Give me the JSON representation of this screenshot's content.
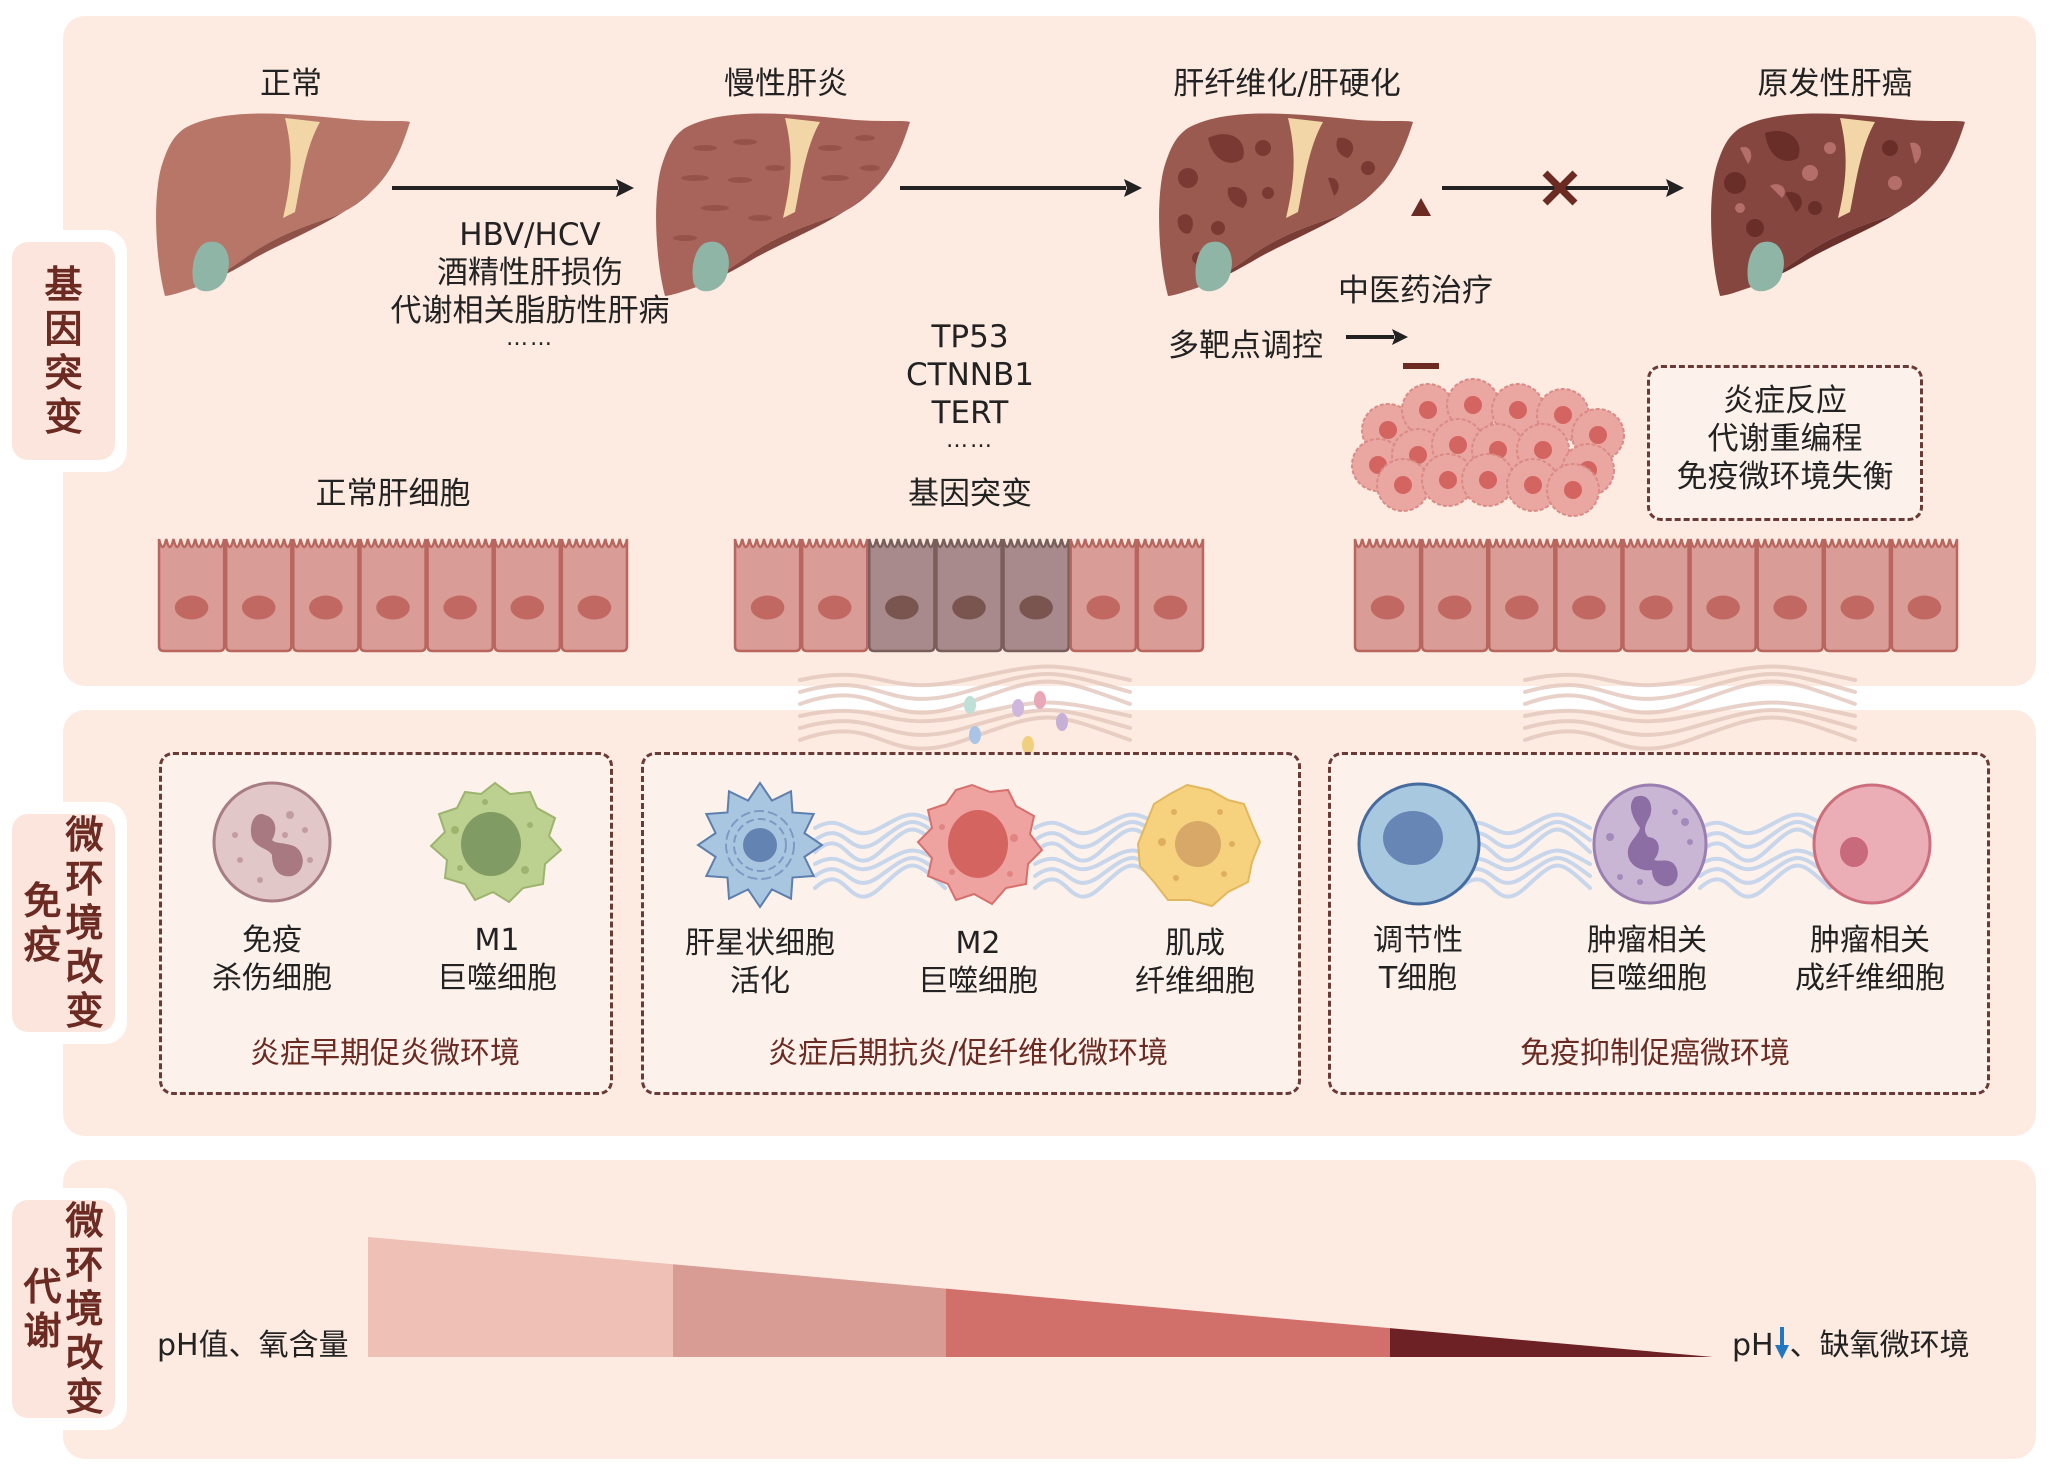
{
  "colors": {
    "panel_bg": "#fdebe2",
    "tab_text": "#6b2a22",
    "arrow": "#222222",
    "inhibit": "#6b2a22",
    "ph_arrow": "#1f78c1"
  },
  "tabs": {
    "genetic": {
      "line1": [
        "基",
        "因",
        "突",
        "变"
      ]
    },
    "immune": {
      "left": [
        "免",
        "疫"
      ],
      "right": [
        "微",
        "环",
        "境",
        "改",
        "变"
      ]
    },
    "metabolic": {
      "left": [
        "代",
        "谢"
      ],
      "right": [
        "微",
        "环",
        "境",
        "改",
        "变"
      ]
    }
  },
  "stages": [
    {
      "title": "正常",
      "liver": "normal-liver"
    },
    {
      "title": "慢性肝炎",
      "liver": "hepatitis-liver"
    },
    {
      "title": "肝纤维化/肝硬化",
      "liver": "fibrosis-liver"
    },
    {
      "title": "原发性肝癌",
      "liver": "cancer-liver"
    }
  ],
  "causes": {
    "lines": [
      "HBV/HCV",
      "酒精性肝损伤",
      "代谢相关脂肪性肝病"
    ],
    "ellipsis": "……"
  },
  "genes": {
    "lines": [
      "TP53",
      "CTNNB1",
      "TERT"
    ],
    "ellipsis": "……"
  },
  "treatment": {
    "tcm_label": "中医药治疗",
    "multi_target_label": "多靶点调控",
    "blocked_icon": "x-mark-icon"
  },
  "tumor_box": {
    "lines": [
      "炎症反应",
      "代谢重编程",
      "免疫微环境失衡"
    ]
  },
  "cell_strips": [
    {
      "label": "正常肝细胞",
      "cells": [
        "normal",
        "normal",
        "normal",
        "normal",
        "normal",
        "normal",
        "normal"
      ]
    },
    {
      "label": "基因突变",
      "cells": [
        "normal",
        "normal",
        "mutant",
        "mutant",
        "mutant",
        "normal",
        "normal"
      ]
    },
    {
      "label": "",
      "cells": [
        "normal",
        "normal",
        "normal",
        "normal",
        "normal",
        "normal",
        "normal",
        "normal",
        "normal"
      ]
    }
  ],
  "immune_groups": [
    {
      "env_label": "炎症早期促炎微环境",
      "cells": [
        {
          "line1": "免疫",
          "line2": "杀伤细胞",
          "icon": "nk-cell-icon"
        },
        {
          "line1": "M1",
          "line2": "巨噬细胞",
          "icon": "m1-macrophage-icon"
        }
      ]
    },
    {
      "env_label": "炎症后期抗炎/促纤维化微环境",
      "cells": [
        {
          "line1": "肝星状细胞",
          "line2": "活化",
          "icon": "hepatic-stellate-cell-icon"
        },
        {
          "line1": "M2",
          "line2": "巨噬细胞",
          "icon": "m2-macrophage-icon"
        },
        {
          "line1": "肌成",
          "line2": "纤维细胞",
          "icon": "myofibroblast-icon"
        }
      ]
    },
    {
      "env_label": "免疫抑制促癌微环境",
      "cells": [
        {
          "line1": "调节性",
          "line2": "T细胞",
          "icon": "treg-cell-icon"
        },
        {
          "line1": "肿瘤相关",
          "line2": "巨噬细胞",
          "icon": "tam-icon"
        },
        {
          "line1": "肿瘤相关",
          "line2": "成纤维细胞",
          "icon": "caf-icon"
        }
      ]
    }
  ],
  "metabolic": {
    "start_label": "pH值、氧含量",
    "end_prefix": "pH",
    "end_suffix": "、缺氧微环境",
    "gradient_colors": [
      "#efc0b6",
      "#d89c95",
      "#d1706a",
      "#6d2124"
    ]
  }
}
